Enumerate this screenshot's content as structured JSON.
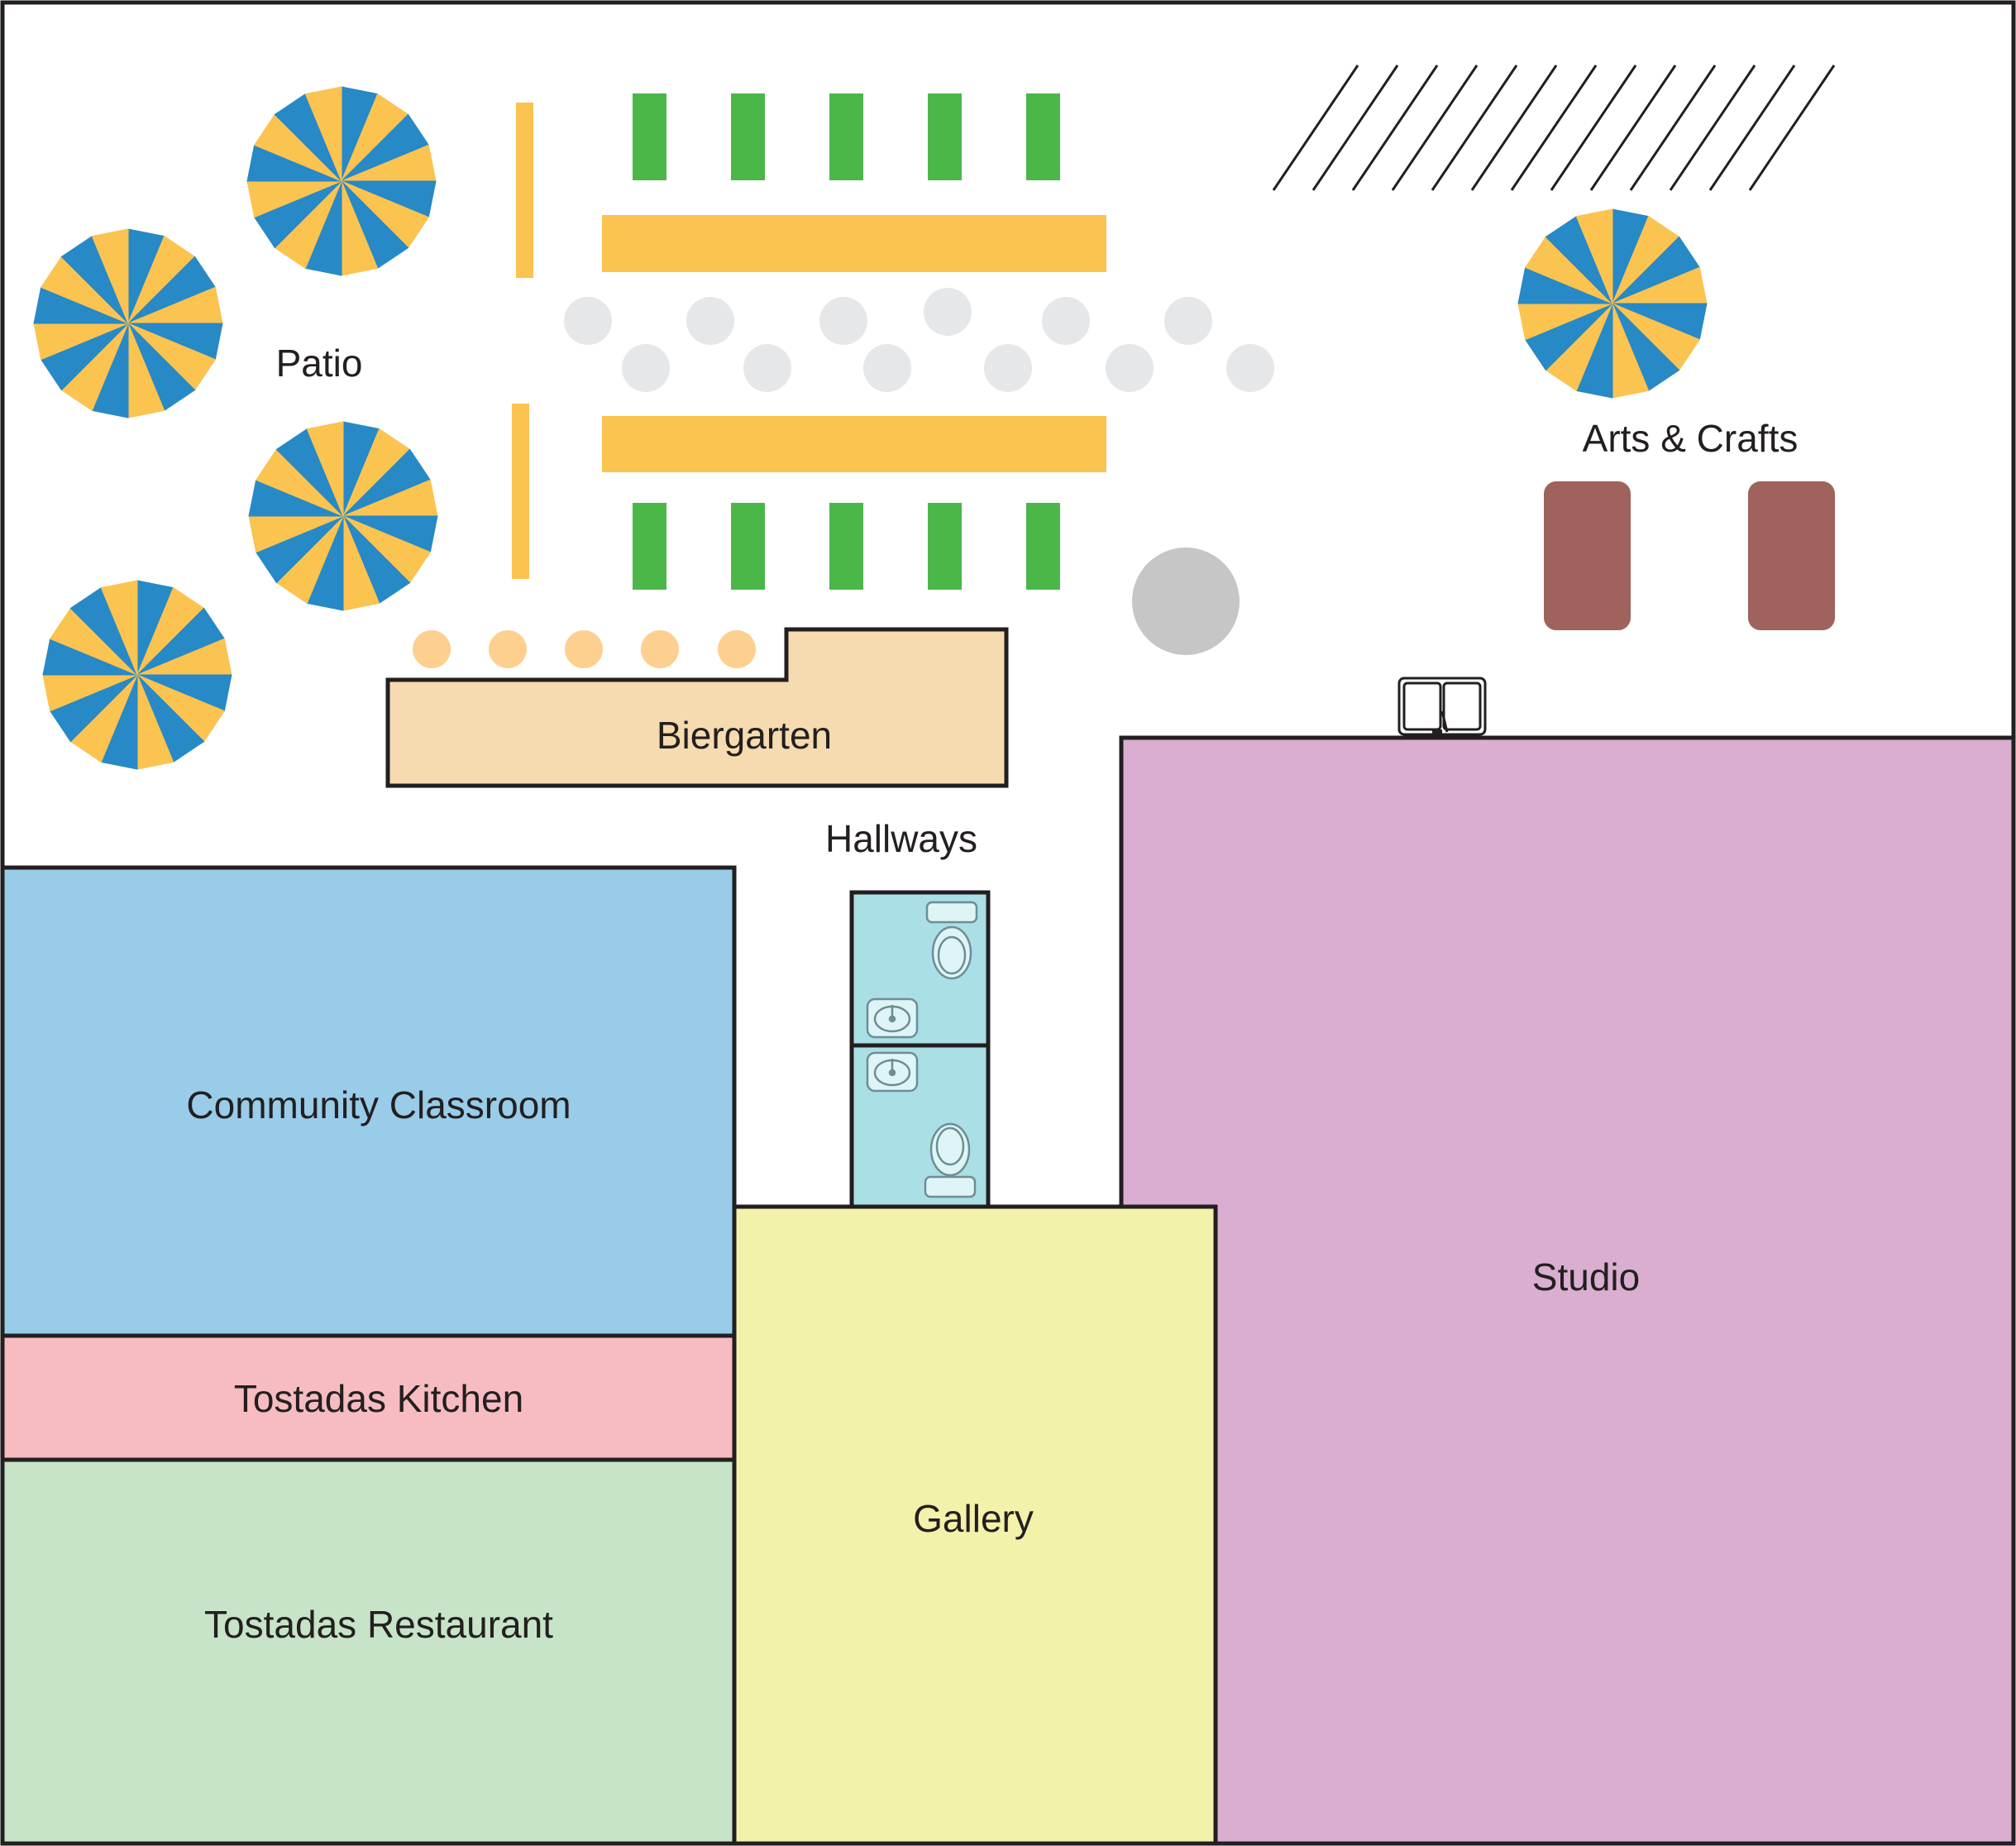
{
  "labels": {
    "patio": "Patio",
    "arts_crafts": "Arts & Crafts",
    "biergarten": "Biergarten",
    "hallways": "Hallways",
    "community_classroom": "Community Classroom",
    "tostadas_kitchen": "Tostadas Kitchen",
    "tostadas_restaurant": "Tostadas Restaurant",
    "gallery": "Gallery",
    "studio": "Studio"
  },
  "colors": {
    "outline": "#231f20",
    "umbrella_blue": "#2789c6",
    "umbrella_yellow": "#fbc350",
    "bench": "#fbc350",
    "planter": "#4bb749",
    "stool": "#e6e7e8",
    "biergarten": "#f7dbb0",
    "biergarten_stool": "#fdd08f",
    "craft_table": "#a0625d",
    "big_circle": "#c6c6c6",
    "restroom": "#aadfe6",
    "community_classroom": "#98cce9",
    "tostadas_kitchen": "#f6bcc1",
    "tostadas_restaurant": "#c7e4c8",
    "gallery": "#f2f2ab",
    "studio": "#d9aed1"
  },
  "icons": {
    "umbrella": "patio-umbrella-icon",
    "toilet": "toilet-icon",
    "sink": "sink-icon",
    "screen": "double-screen-icon"
  }
}
